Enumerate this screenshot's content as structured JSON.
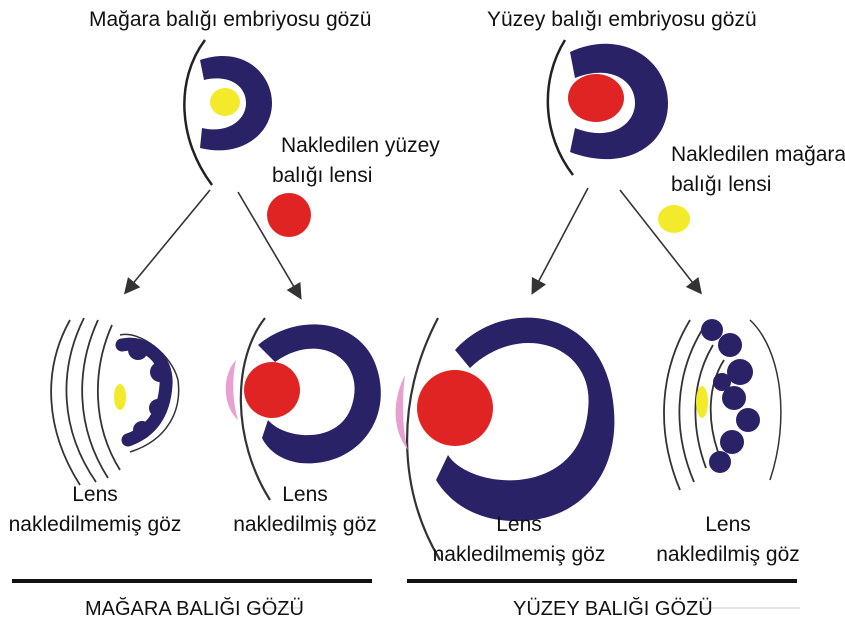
{
  "colors": {
    "eye_cup": "#2a2266",
    "red_lens": "#e02424",
    "yellow_lens": "#f2ea2a",
    "cornea_pink": "#e8a0d0",
    "outline": "#333333"
  },
  "top": {
    "cave_embryo_eye": "Mağara balığı embriyosu gözü",
    "surface_embryo_eye": "Yüzey balığı embriyosu gözü",
    "transplanted_surface_lens": {
      "line1": "Nakledilen yüzey",
      "line2": "balığı lensi"
    },
    "transplanted_cave_lens": {
      "line1": "Nakledilen mağara",
      "line2": "balığı lensi"
    }
  },
  "captions": {
    "cave_untransplanted": {
      "line1": "Lens",
      "line2": "nakledilmemiş göz"
    },
    "cave_transplanted": {
      "line1": "Lens",
      "line2": "nakledilmiş göz"
    },
    "surface_untransplanted": {
      "line1": "Lens",
      "line2": "nakledilmemiş göz"
    },
    "surface_transplanted": {
      "line1": "Lens",
      "line2": "nakledilmiş göz"
    }
  },
  "sections": {
    "cave": "MAĞARA BALIĞI GÖZÜ",
    "surface": "YÜZEY BALIĞI GÖZÜ"
  }
}
